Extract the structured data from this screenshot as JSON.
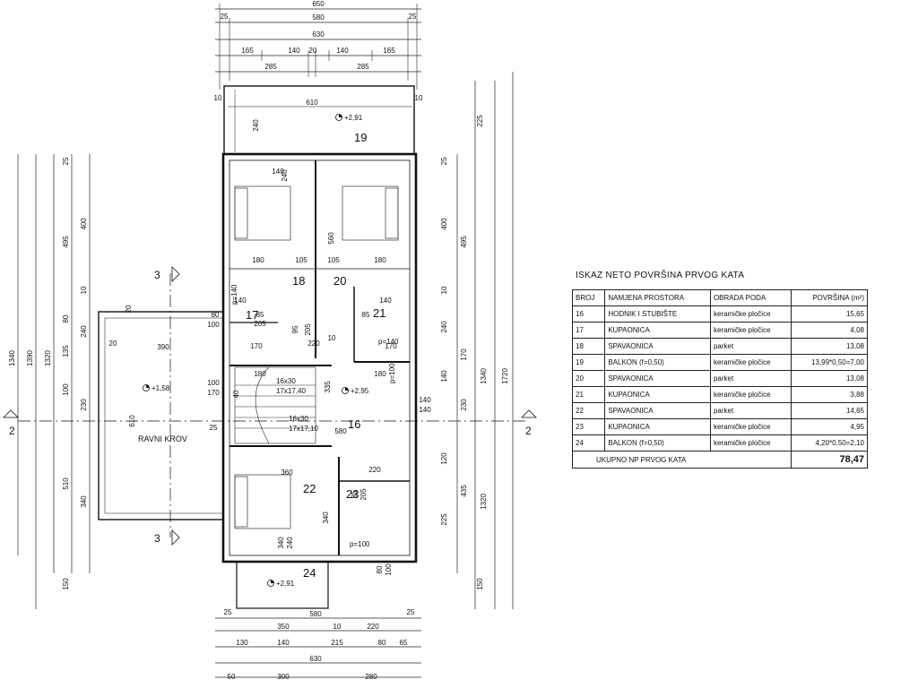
{
  "plan": {
    "top_dims": [
      "650",
      "25",
      "580",
      "25",
      "630",
      "165",
      "140",
      "20",
      "140",
      "165",
      "285",
      "285",
      "10",
      "10",
      "610"
    ],
    "bottom_dims": [
      "580",
      "25",
      "25",
      "350",
      "10",
      "220",
      "130",
      "140",
      "215",
      "80",
      "65",
      "630",
      "50",
      "300",
      "280"
    ],
    "left_dims": [
      "1340",
      "1390",
      "1320",
      "25",
      "495",
      "400",
      "10",
      "80",
      "240",
      "135",
      "100",
      "230",
      "510",
      "340",
      "150"
    ],
    "right_dims": [
      "225",
      "25",
      "495",
      "400",
      "10",
      "240",
      "170",
      "140",
      "230",
      "120",
      "435",
      "225",
      "150",
      "1340",
      "1320",
      "1720"
    ],
    "inner_dims": [
      "240",
      "140",
      "240",
      "560",
      "180",
      "105",
      "105",
      "180",
      "140",
      "85",
      "205",
      "95",
      "205",
      "85",
      "140",
      "170",
      "220",
      "10",
      "170",
      "390",
      "20",
      "20",
      "80",
      "100",
      "180",
      "180",
      "40",
      "100",
      "170",
      "335",
      "25",
      "580",
      "360",
      "220",
      "85",
      "205",
      "340",
      "340",
      "240",
      "80",
      "100",
      "140",
      "140",
      "610"
    ],
    "stair_labels": [
      "16x30",
      "17x17,40",
      "16x30",
      "17x17,10"
    ],
    "levels": [
      "+2,91",
      "+1,58",
      "+2,95",
      "+2,91"
    ],
    "rooms": [
      "19",
      "18",
      "20",
      "17",
      "21",
      "16",
      "22",
      "23",
      "24"
    ],
    "roof_label": "RAVNI KROV",
    "section_labels": [
      "3",
      "3",
      "2",
      "2"
    ],
    "shower_labels": [
      "p=140",
      "p=140",
      "p=100",
      "p=100"
    ]
  },
  "area_table": {
    "title": "ISKAZ NETO POVRŠINA PRVOG KATA",
    "headers": [
      "BROJ",
      "NAMJENA PROSTORA",
      "OBRADA PODA",
      "POVRŠINA (m²)"
    ],
    "rows": [
      [
        "16",
        "HODNIK I STUBIŠTE",
        "keramičke pločice",
        "15,65"
      ],
      [
        "17",
        "KUPAONICA",
        "keramičke pločice",
        "4,08"
      ],
      [
        "18",
        "SPAVAONICA",
        "parket",
        "13,08"
      ],
      [
        "19",
        "BALKON (f=0,50)",
        "keramičke pločice",
        "13,99*0,50=7,00"
      ],
      [
        "20",
        "SPAVAONICA",
        "parket",
        "13,08"
      ],
      [
        "21",
        "KUPAONICA",
        "keramičke pločice",
        "3,88"
      ],
      [
        "22",
        "SPAVAONICA",
        "parket",
        "14,65"
      ],
      [
        "23",
        "KUPAONICA",
        "keramičke pločice",
        "4,95"
      ],
      [
        "24",
        "BALKON (f=0,50)",
        "keramičke pločice",
        "4,20*0,50=2,10"
      ]
    ],
    "total_label": "UKUPNO NP PRVOG KATA",
    "total_value": "78,47"
  }
}
